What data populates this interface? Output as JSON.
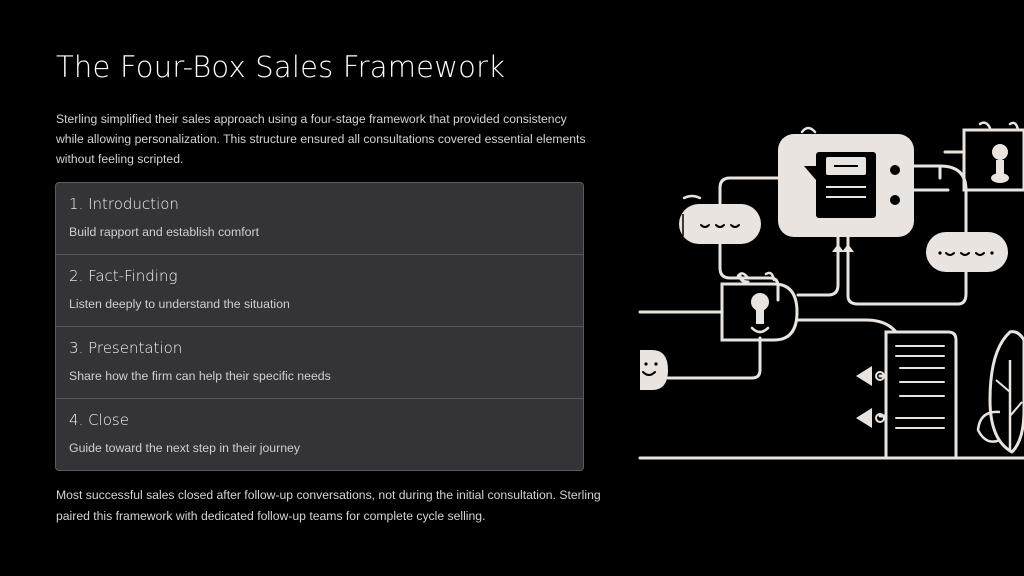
{
  "slide": {
    "title": "The Four-Box Sales Framework",
    "intro": "Sterling simplified their sales approach using a four-stage framework that provided consistency while allowing personalization. This structure ensured all consultations covered essential elements without feeling scripted.",
    "steps": [
      {
        "title": "1. Introduction",
        "description": "Build rapport and establish comfort"
      },
      {
        "title": "2. Fact-Finding",
        "description": "Listen deeply to understand the situation"
      },
      {
        "title": "3. Presentation",
        "description": "Share how the firm can help their specific needs"
      },
      {
        "title": "4. Close",
        "description": "Guide toward the next step in their journey"
      }
    ],
    "outro": "Most successful sales closed after follow-up conversations, not during the initial consultation. Sterling paired this framework with dedicated follow-up teams for complete cycle selling."
  },
  "colors": {
    "background": "#000000",
    "box_fill": "#333338",
    "box_border": "#5a5a60",
    "text_primary": "#ffffff",
    "text_secondary": "#d0d0d0",
    "illustration_fill": "#e9e4e0"
  },
  "illustration": {
    "icon": "workflow-network-illustration"
  }
}
